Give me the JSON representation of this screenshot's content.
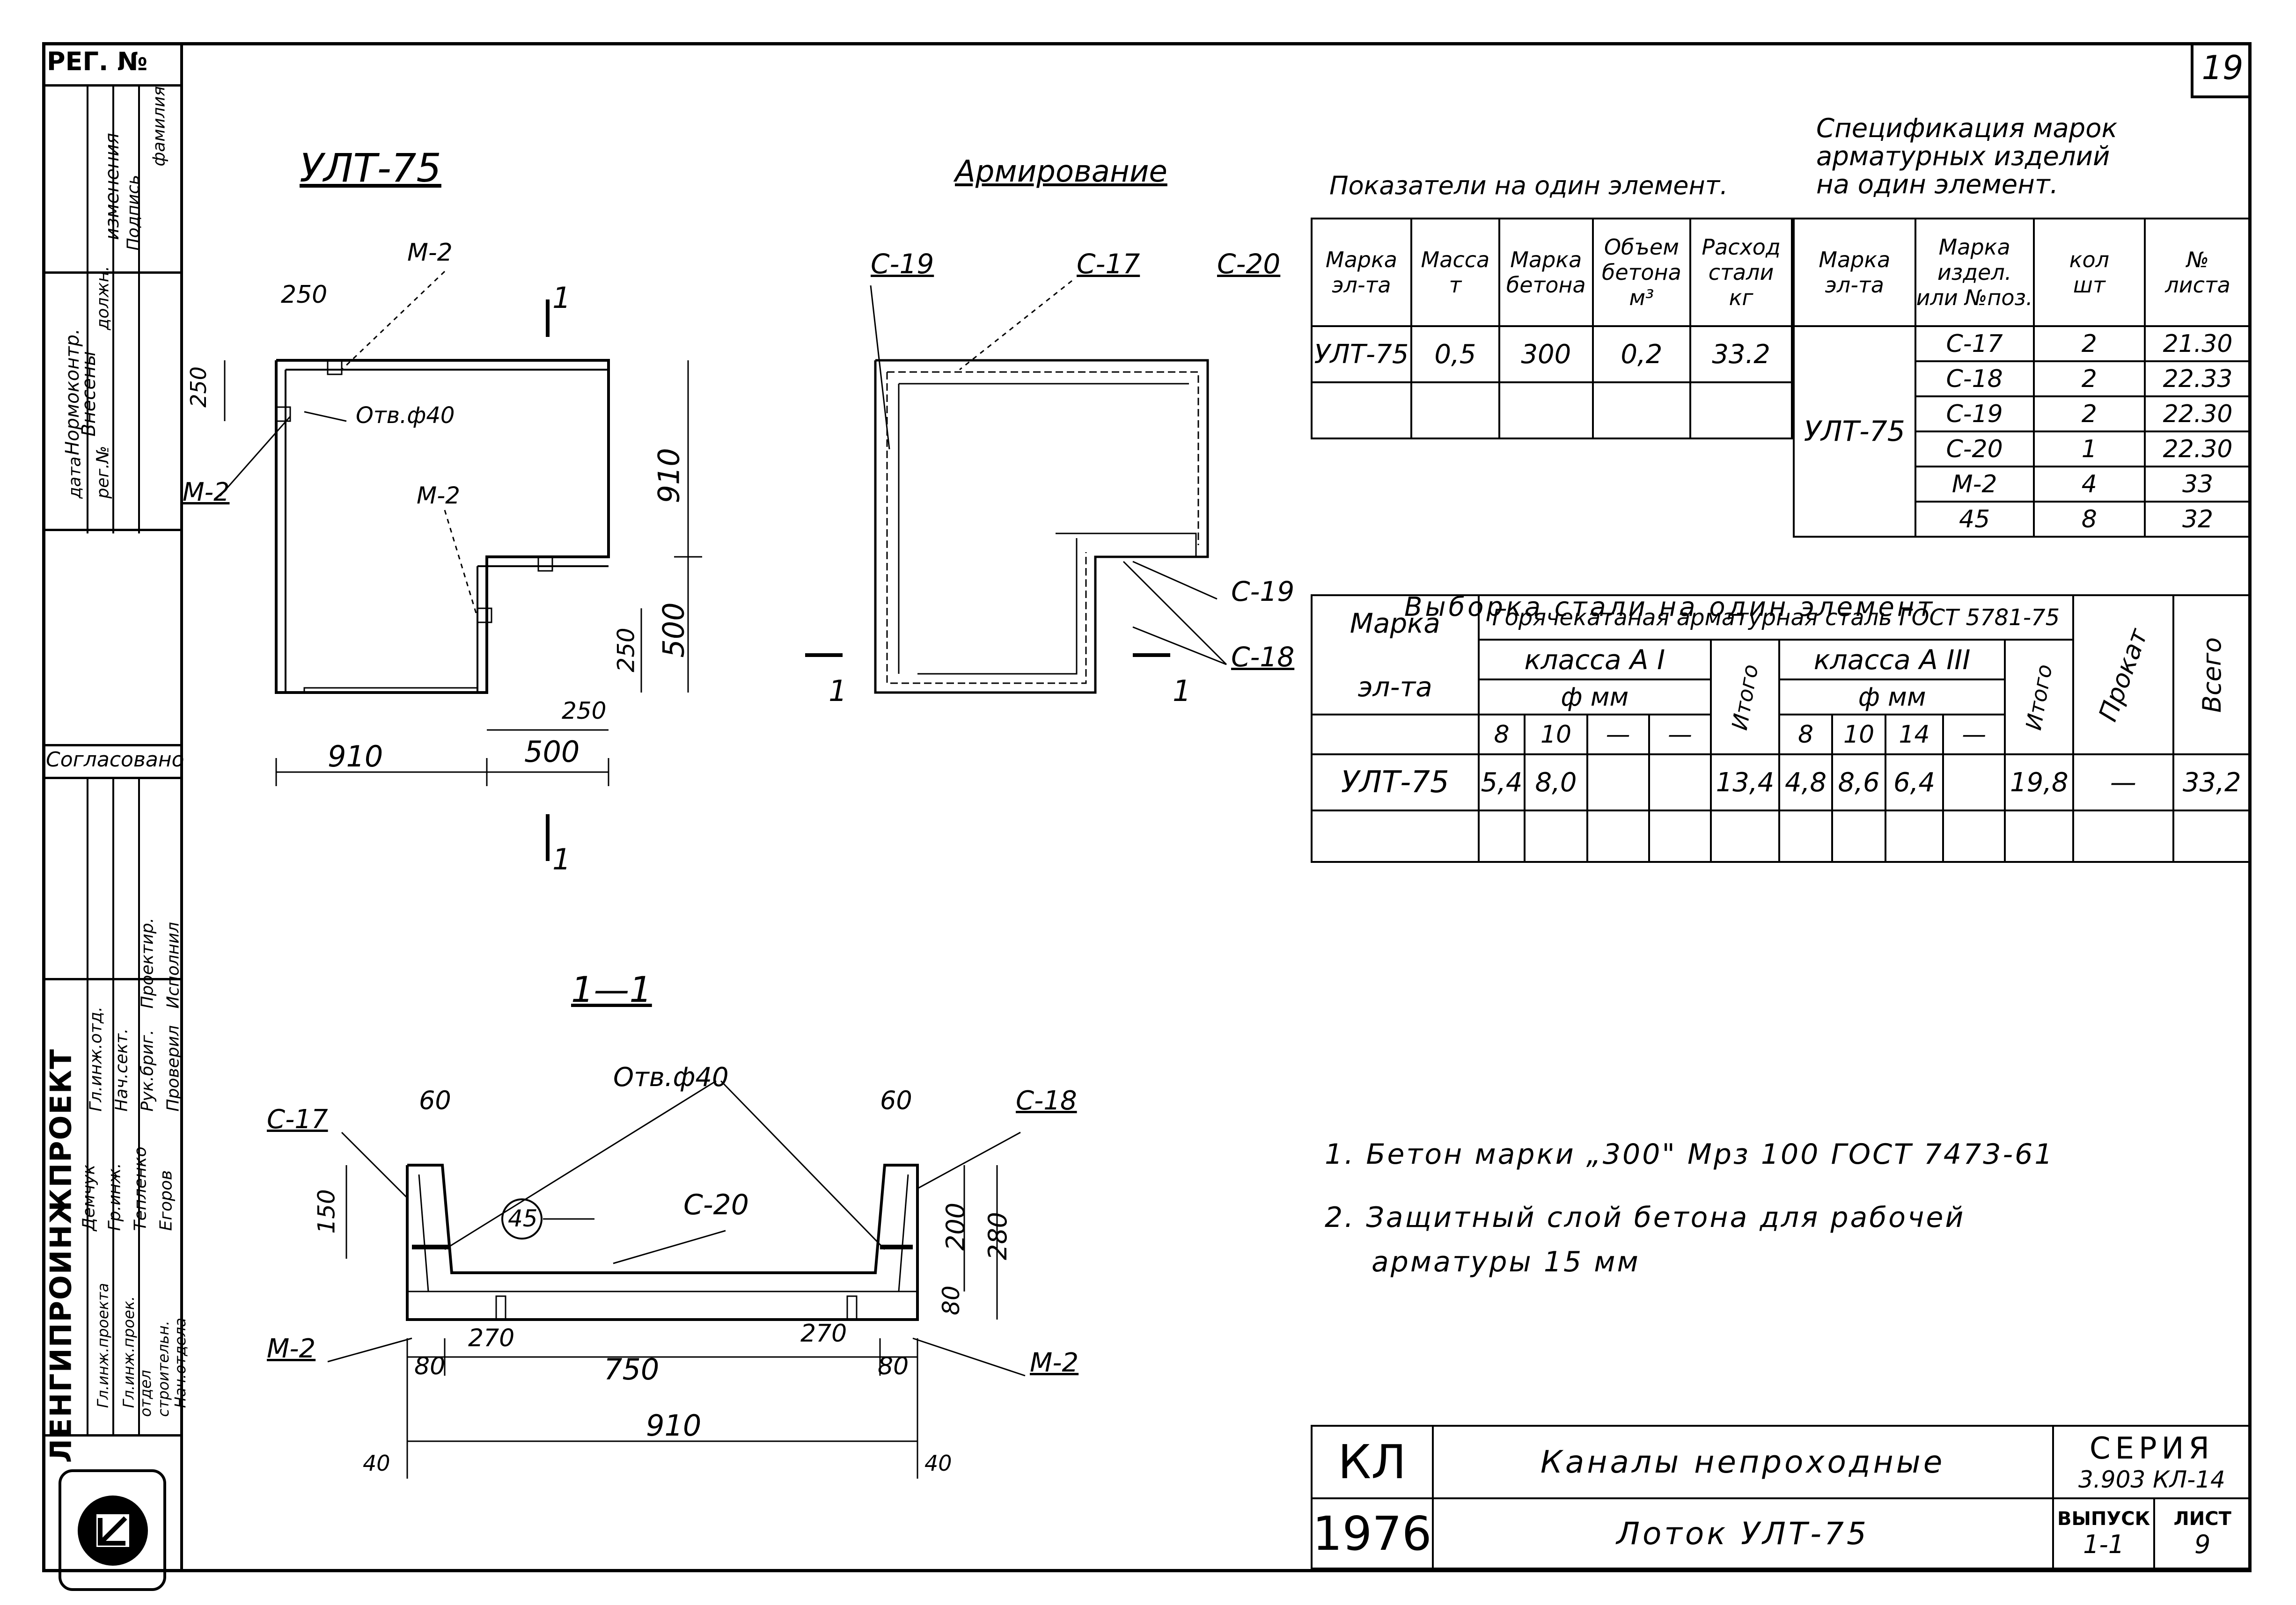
{
  "sheet_number": "19",
  "left_strip": {
    "reg_no": "РЕГ. №",
    "col_norm": "Нормоконтр.",
    "col_vneseny": "Внесены",
    "col_izmeneniya": "изменения",
    "col_data": "дата",
    "col_reg": "рег.№",
    "col_dolzhn": "должн.",
    "col_podpis": "Подпись",
    "col_familiya": "фамилия",
    "soglasovano": "Согласовано",
    "institute": "ЛЕНГИПРОИНЖПРОЕКТ",
    "roles": [
      "Гл.инж.отд.",
      "Нач.сект.",
      "Рук.бриг.",
      "Проектир.",
      "Исполнил",
      "Проверил"
    ],
    "names": [
      "Демчук",
      "Гр.инж.",
      "Тепленко",
      "Егоров"
    ],
    "dept": [
      "Гл.инж.проекта",
      "Гл.инж.проек.",
      "отдел строительн.",
      "Нач.отдела"
    ]
  },
  "plan": {
    "title": "УЛТ-75",
    "dims": {
      "top_offset": "250",
      "left_offset": "250",
      "height_total": "910",
      "height_low": "500",
      "inner_250": "250",
      "inner_250b": "250",
      "width_total": "910",
      "width_low": "500"
    },
    "labels": {
      "m2_top": "М-2",
      "m2_left": "М-2",
      "m2_mid": "М-2",
      "hole": "Отв.ф40",
      "section_top": "1",
      "section_bot": "1"
    }
  },
  "reinforcement": {
    "title": "Армирование",
    "labels": {
      "c19_top": "С-19",
      "c17": "С-17",
      "c20": "С-20",
      "c19_right": "С-19",
      "c18": "С-18",
      "cut_left": "1",
      "cut_right": "1"
    }
  },
  "section": {
    "title": "1—1",
    "labels": {
      "c17": "С-17",
      "c18": "С-18",
      "hole": "Отв.ф40",
      "c20": "С-20",
      "pos45": "45",
      "m2_left": "М-2",
      "m2_right": "М-2"
    },
    "dims": {
      "d60_left": "60",
      "d60_right": "60",
      "d150": "150",
      "d200": "200",
      "d280": "280",
      "d80_vert": "80",
      "d270_left": "270",
      "d270_right": "270",
      "d80_left": "80",
      "d750": "750",
      "d80_right": "80",
      "d910": "910",
      "d40_left": "40",
      "d40_right": "40"
    }
  },
  "indicators": {
    "title": "Показатели на один элемент.",
    "headers": [
      [
        "Марка",
        "эл-та"
      ],
      [
        "Масса",
        "т"
      ],
      [
        "Марка",
        "бетона"
      ],
      [
        "Объем",
        "бетона",
        "м³"
      ],
      [
        "Расход",
        "стали",
        "кг"
      ]
    ],
    "row": [
      "УЛТ-75",
      "0,5",
      "300",
      "0,2",
      "33.2"
    ]
  },
  "spec": {
    "title": [
      "Спецификация марок",
      "арматурных изделий",
      "на один элемент."
    ],
    "headers": [
      [
        "Марка",
        "эл-та"
      ],
      [
        "Марка",
        "издел.",
        "или №поз."
      ],
      [
        "кол",
        "шт"
      ],
      [
        "№",
        "листа"
      ]
    ],
    "element": "УЛТ-75",
    "rows": [
      [
        "С-17",
        "2",
        "21.30"
      ],
      [
        "С-18",
        "2",
        "22.33"
      ],
      [
        "С-19",
        "2",
        "22.30"
      ],
      [
        "С-20",
        "1",
        "22.30"
      ],
      [
        "М-2",
        "4",
        "33"
      ],
      [
        "45",
        "8",
        "32"
      ]
    ]
  },
  "steel": {
    "title": "Выборка стали на один элемент",
    "col_mark": [
      "Марка",
      "эл-та"
    ],
    "hot_rolled": "Горячекатаная арматурная сталь ГОСТ 5781-75",
    "class1": "класса А I",
    "class3": "класса А III",
    "phi": "ф мм",
    "phi3": "ф мм",
    "d1": [
      "8",
      "10",
      "—",
      "—"
    ],
    "d3": [
      "8",
      "10",
      "14",
      "—"
    ],
    "itogo": "Итого",
    "itogo2": "Итого",
    "prokat": "Прокат",
    "vsego": "Всего",
    "row": [
      "УЛТ-75",
      "5,4",
      "8,0",
      "",
      "",
      "13,4",
      "4,8",
      "8,6",
      "6,4",
      "",
      "19,8",
      "—",
      "33,2"
    ]
  },
  "notes": [
    "1. Бетон марки „300\" Мрз 100 ГОСТ 7473-61",
    "2. Защитный слой бетона для рабочей",
    "арматуры 15 мм"
  ],
  "title_block": {
    "code": "КЛ",
    "year": "1976",
    "title1": "Каналы непроходные",
    "title2": "Лоток УЛТ-75",
    "series_label": "СЕРИЯ",
    "series": "3.903 КЛ-14",
    "issue_label": "ВЫПУСК",
    "issue": "1-1",
    "sheet_label": "ЛИСТ",
    "sheet": "9"
  }
}
